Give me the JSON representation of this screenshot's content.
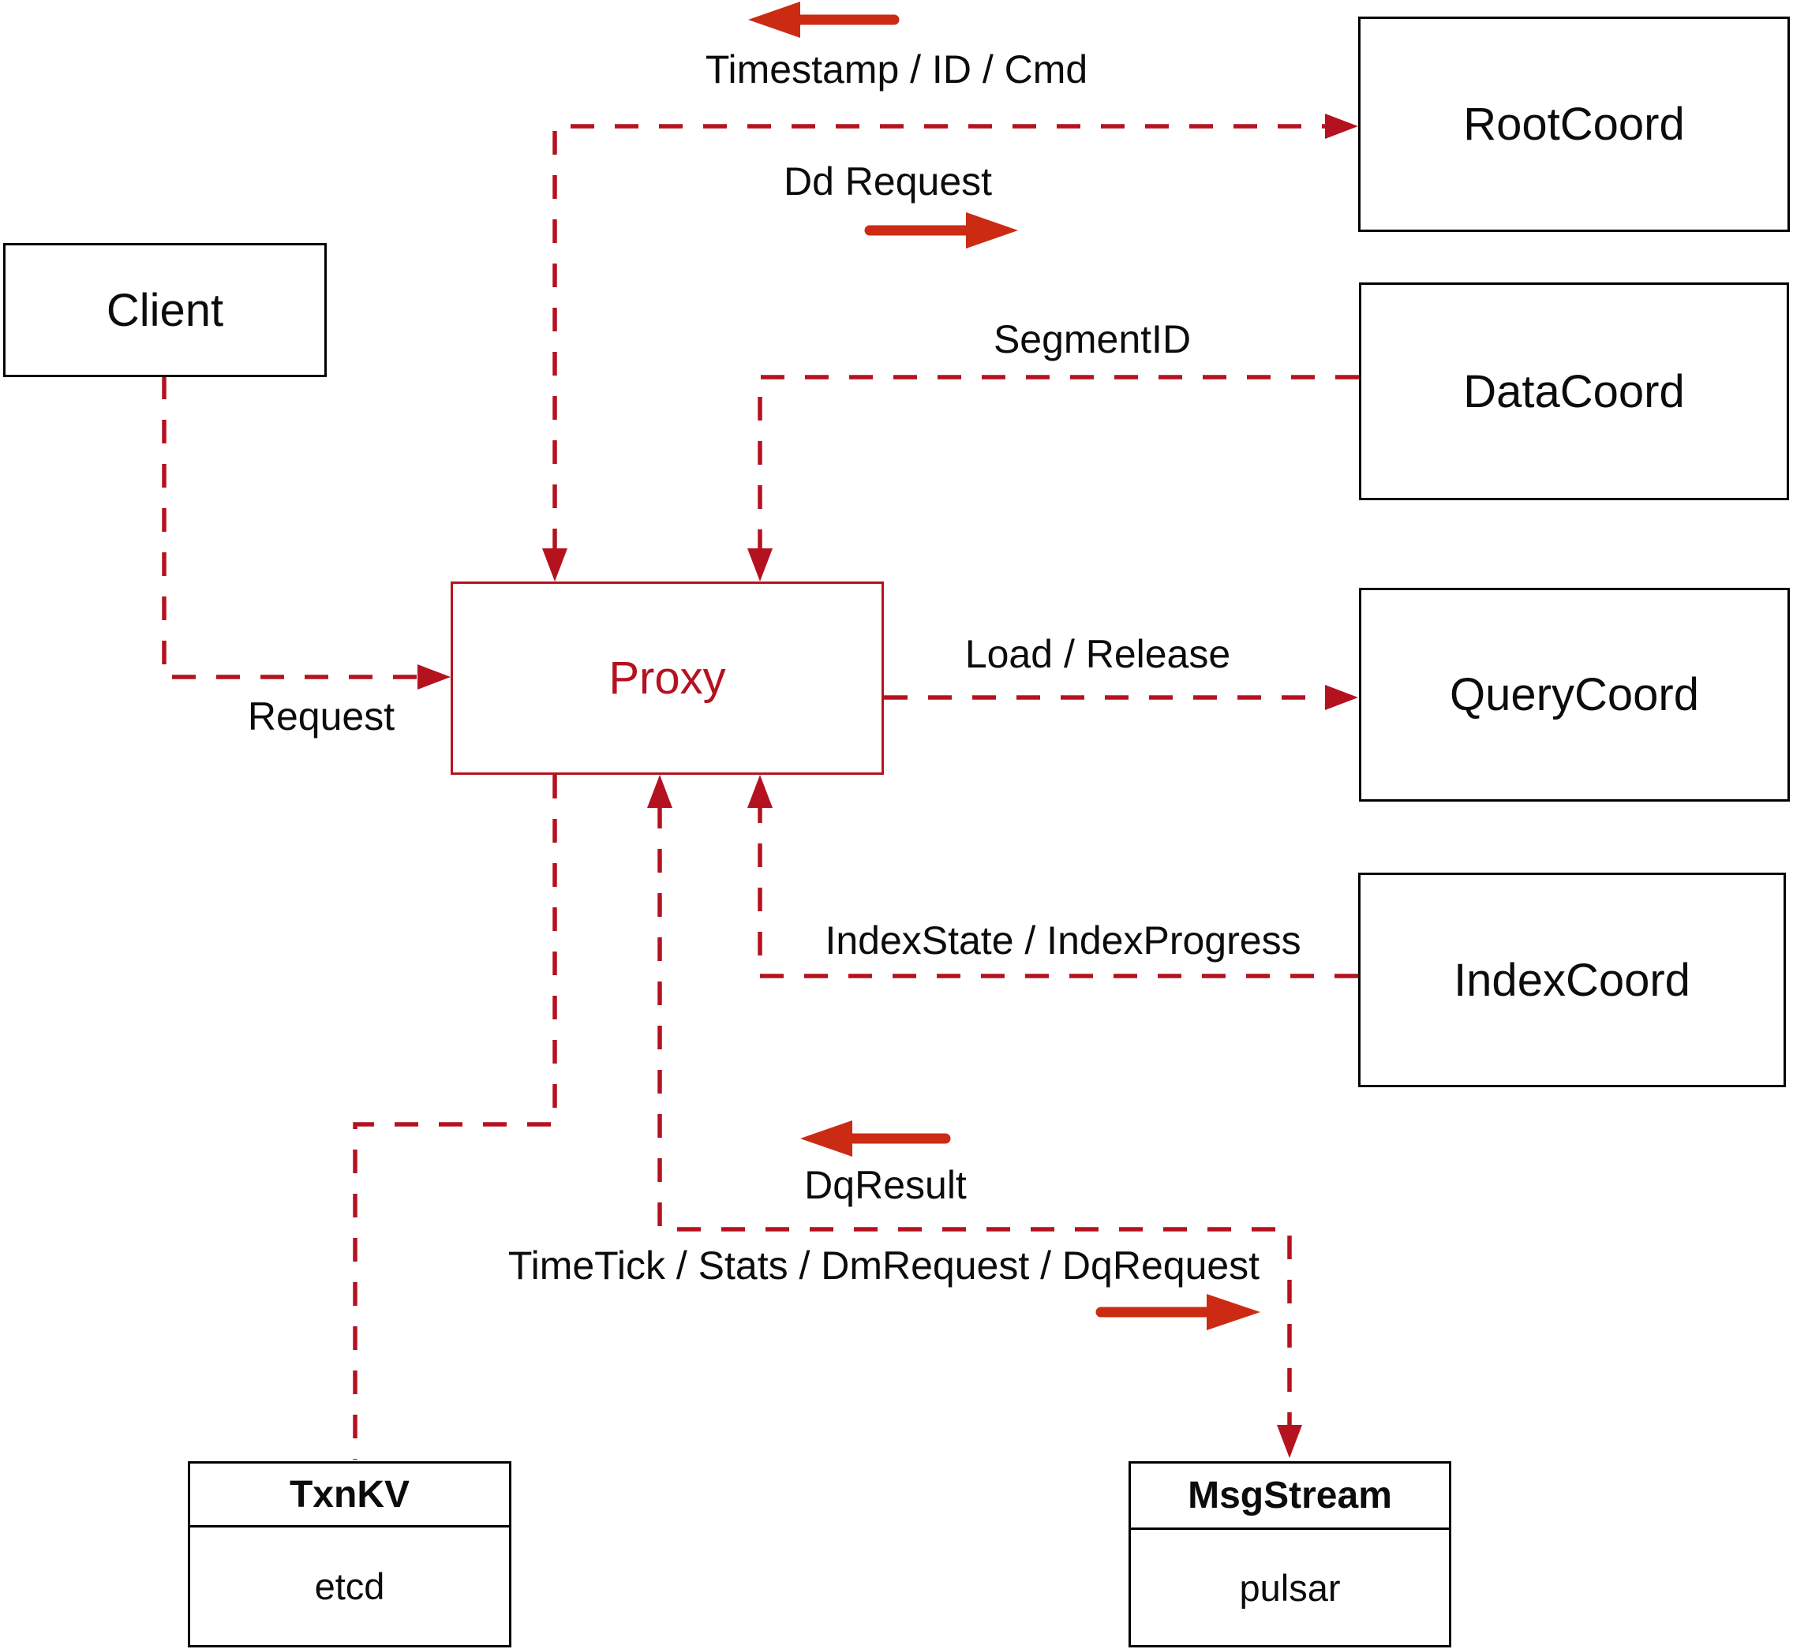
{
  "nodes": {
    "client": {
      "label": "Client"
    },
    "proxy": {
      "label": "Proxy"
    },
    "rootcoord": {
      "label": "RootCoord"
    },
    "datacoord": {
      "label": "DataCoord"
    },
    "querycoord": {
      "label": "QueryCoord"
    },
    "indexcoord": {
      "label": "IndexCoord"
    },
    "txnkv": {
      "title": "TxnKV",
      "subtitle": "etcd"
    },
    "msgstream": {
      "title": "MsgStream",
      "subtitle": "pulsar"
    }
  },
  "edge_labels": {
    "timestamp_id_cmd": "Timestamp / ID / Cmd",
    "dd_request": "Dd Request",
    "segment_id": "SegmentID",
    "load_release": "Load / Release",
    "index_state": "IndexState / IndexProgress",
    "request": "Request",
    "dq_result": "DqResult",
    "timetick": "TimeTick / Stats / DmRequest / DqRequest"
  },
  "colors": {
    "line_red": "#b5121f",
    "arrow_red": "#cc2b13",
    "box_border": "#000000",
    "text": "#0c0c0c",
    "background": "#ffffff"
  }
}
